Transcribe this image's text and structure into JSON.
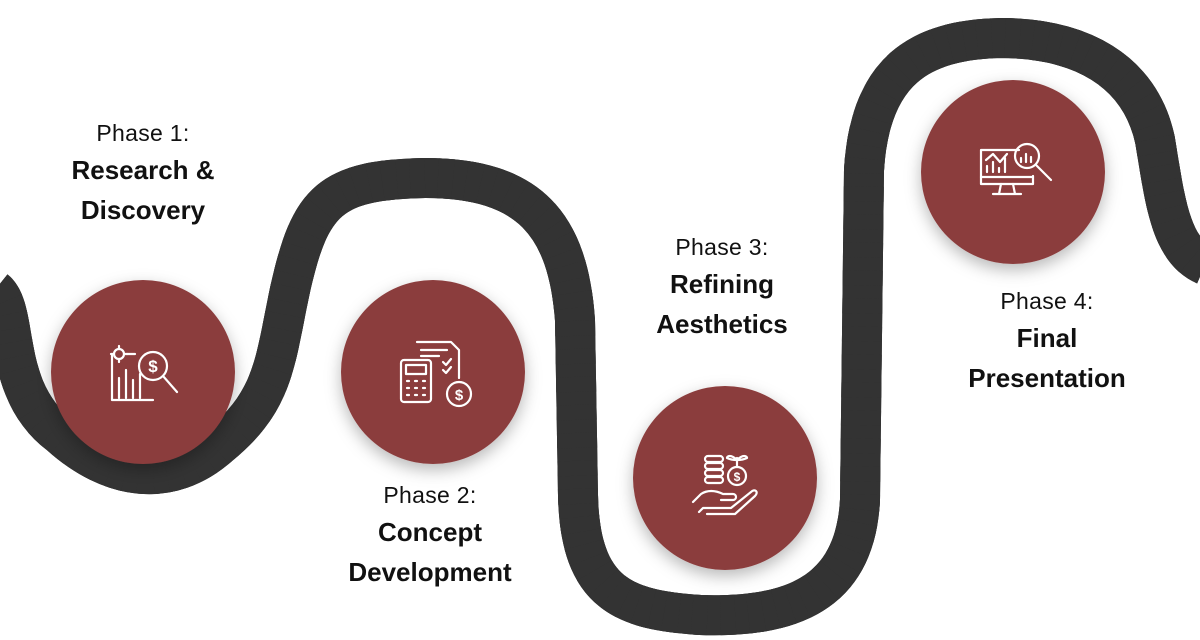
{
  "phases": [
    {
      "prefix": "Phase 1:",
      "title_line1": "Research &",
      "title_line2": "Discovery",
      "icon": "chart-magnifier-dollar-icon"
    },
    {
      "prefix": "Phase 2:",
      "title_line1": "Concept",
      "title_line2": "Development",
      "icon": "calculator-invoice-icon"
    },
    {
      "prefix": "Phase 3:",
      "title_line1": "Refining",
      "title_line2": "Aesthetics",
      "icon": "hand-coins-plant-icon"
    },
    {
      "prefix": "Phase 4:",
      "title_line1": "Final",
      "title_line2": "Presentation",
      "icon": "monitor-analytics-icon"
    }
  ],
  "colors": {
    "disc": "#8b3e3e",
    "road": "#4c4c4c",
    "road_edge": "#333333",
    "lane_marking": "#ffffff",
    "text": "#111111"
  }
}
